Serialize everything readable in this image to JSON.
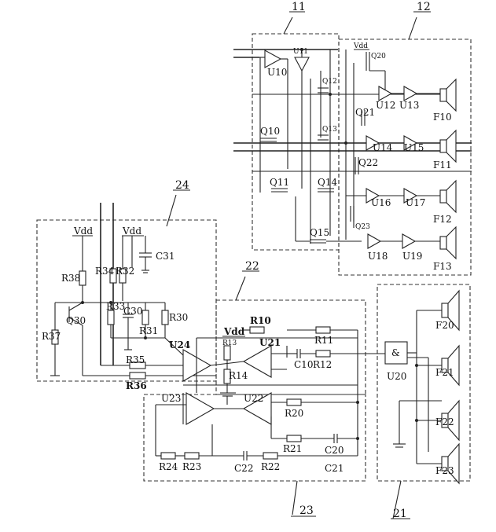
{
  "blocks": {
    "b11": "11",
    "b12": "12",
    "b21": "21",
    "b22": "22",
    "b23": "23",
    "b24": "24"
  },
  "supply": {
    "vdd_top": "Vdd",
    "vdd_left1": "Vdd",
    "vdd_left2": "Vdd",
    "vdd_mid": "Vdd"
  },
  "transistors": {
    "q10": "Q10",
    "q11": "Q11",
    "q12": "Q12",
    "q13": "Q13",
    "q14": "Q14",
    "q15": "Q15",
    "q20": "Q20",
    "q21": "Q21",
    "q22": "Q22",
    "q23": "Q23",
    "q30": "Q30"
  },
  "amps": {
    "u10": "U10",
    "u11": "U11",
    "u12": "U12",
    "u13": "U13",
    "u14": "U14",
    "u15": "U15",
    "u16": "U16",
    "u17": "U17",
    "u18": "U18",
    "u19": "U19",
    "u20": "U20",
    "u21": "U21",
    "u22": "U22",
    "u23": "U23",
    "u24": "U24"
  },
  "speakers": {
    "f10": "F10",
    "f11": "F11",
    "f12": "F12",
    "f13": "F13",
    "f20": "F20",
    "f21": "F21",
    "f22": "F22",
    "f23": "F23"
  },
  "resistors": {
    "r10": "R10",
    "r11": "R11",
    "r12": "R12",
    "r13": "R13",
    "r14": "R14",
    "r20": "R20",
    "r21": "R21",
    "r22": "R22",
    "r23": "R23",
    "r24": "R24",
    "r30": "R30",
    "r31": "R31",
    "r32": "R32",
    "r33": "R33",
    "r34": "R34",
    "r35": "R35",
    "r36": "R36",
    "r37": "R37",
    "r38": "R38"
  },
  "capacitors": {
    "c10": "C10",
    "c20": "C20",
    "c21": "C21",
    "c22": "C22",
    "c30": "C30",
    "c31": "C31"
  },
  "gate_symbol": "&"
}
